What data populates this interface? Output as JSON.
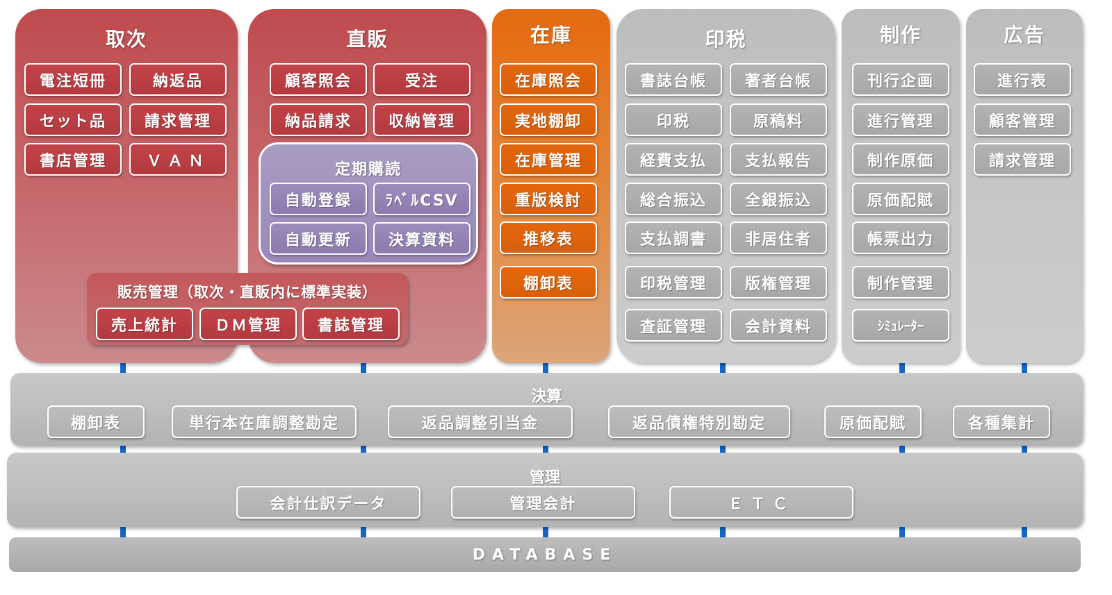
{
  "modules": {
    "torii": {
      "title": "取次",
      "items": [
        "電注短冊",
        "納返品",
        "セット品",
        "請求管理",
        "書店管理",
        "ＶＡＮ"
      ]
    },
    "chokuhan": {
      "title": "直販",
      "items": [
        "顧客照会",
        "受注",
        "納品請求",
        "収納管理"
      ],
      "subscription": {
        "title": "定期購読",
        "items": [
          "自動登録",
          "ﾗﾍﾞﾙCSV",
          "自動更新",
          "決算資料"
        ]
      }
    },
    "sales": {
      "title": "販売管理（取次・直販内に標準実装）",
      "items": [
        "売上統計",
        "ＤＭ管理",
        "書誌管理"
      ]
    },
    "zaiko": {
      "title": "在庫",
      "items": [
        "在庫照会",
        "実地棚卸",
        "在庫管理",
        "重版検討",
        "推移表",
        "棚卸表"
      ]
    },
    "inzei": {
      "title": "印税",
      "items": [
        "書誌台帳",
        "著者台帳",
        "印税",
        "原稿料",
        "経費支払",
        "支払報告",
        "総合振込",
        "全銀振込",
        "支払調書",
        "非居住者",
        "印税管理",
        "版権管理",
        "査証管理",
        "会計資料"
      ]
    },
    "seisaku": {
      "title": "制作",
      "items": [
        "刊行企画",
        "進行管理",
        "制作原価",
        "原価配賦",
        "帳票出力",
        "制作管理",
        "ｼﾐｭﾚｰﾀｰ"
      ]
    },
    "kokoku": {
      "title": "広告",
      "items": [
        "進行表",
        "顧客管理",
        "請求管理"
      ]
    }
  },
  "layers": {
    "kessan": {
      "title": "決算",
      "items": [
        "棚卸表",
        "単行本在庫調整勘定",
        "返品調整引当金",
        "返品債権特別勘定",
        "原価配賦",
        "各種集計"
      ]
    },
    "kanri": {
      "title": "管理",
      "items": [
        "会計仕訳データ",
        "管理会計",
        "ＥＴＣ"
      ]
    },
    "database": {
      "label": "DATABASE"
    }
  },
  "colors": {
    "red": "#bf4b4d",
    "orange": "#e56a10",
    "gray": "#bdbdbd",
    "purple": "#9a88bb",
    "connector": "#1668c8"
  }
}
